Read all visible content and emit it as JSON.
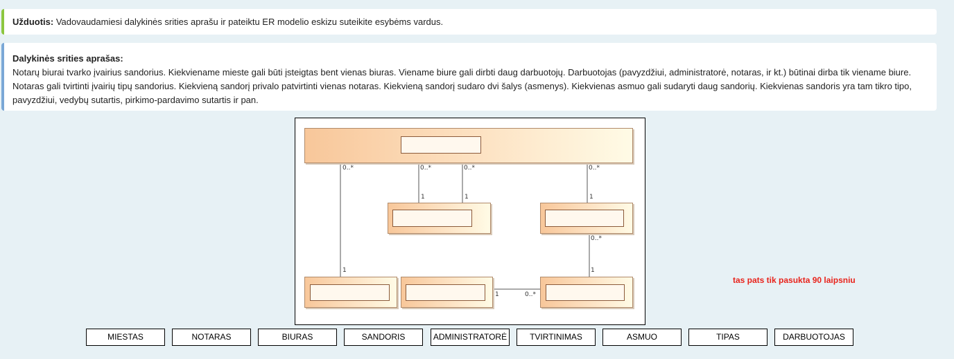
{
  "task": {
    "label": "Užduotis:",
    "text": " Vadovaudamiesi dalykinės srities aprašu ir pateiktu ER modelio eskizu suteikite esybėms vardus."
  },
  "description": {
    "title": "Dalykinės srities aprašas:",
    "text": "Notarų biurai tvarko įvairius sandorius. Kiekviename mieste gali būti įsteigtas bent vienas biuras. Viename biure gali dirbti daug darbuotojų. Darbuotojas (pavyzdžiui, administratorė, notaras, ir kt.) būtinai dirba tik viename biure. Notaras gali tvirtinti įvairių tipų sandorius. Kiekvieną sandorį privalo patvirtinti vienas notaras. Kiekvieną sandorį sudaro dvi šalys (asmenys). Kiekvienas asmuo gali sudaryti daug sandorių. Kiekvienas sandoris yra tam tikro tipo, pavyzdžiui, vedybų sutartis, pirkimo-pardavimo sutartis ir pan."
  },
  "diagram": {
    "multiplicities": {
      "top_left_many": "0..*",
      "top_mid_a_many": "0..*",
      "top_mid_b_many": "0..*",
      "top_right_many": "0..*",
      "mid_a_one": "1",
      "mid_b_one": "1",
      "right_one": "1",
      "right_mid_many": "0..*",
      "bottom_right_one": "1",
      "left_bottom_one": "1",
      "link_one": "1",
      "link_many": "0..*"
    }
  },
  "note": "tas pats tik pasukta 90 laipsniu",
  "options": [
    "MIESTAS",
    "NOTARAS",
    "BIURAS",
    "SANDORIS",
    "ADMINISTRATORĖ",
    "TVIRTINIMAS",
    "ASMUO",
    "TIPAS",
    "DARBUOTOJAS"
  ]
}
